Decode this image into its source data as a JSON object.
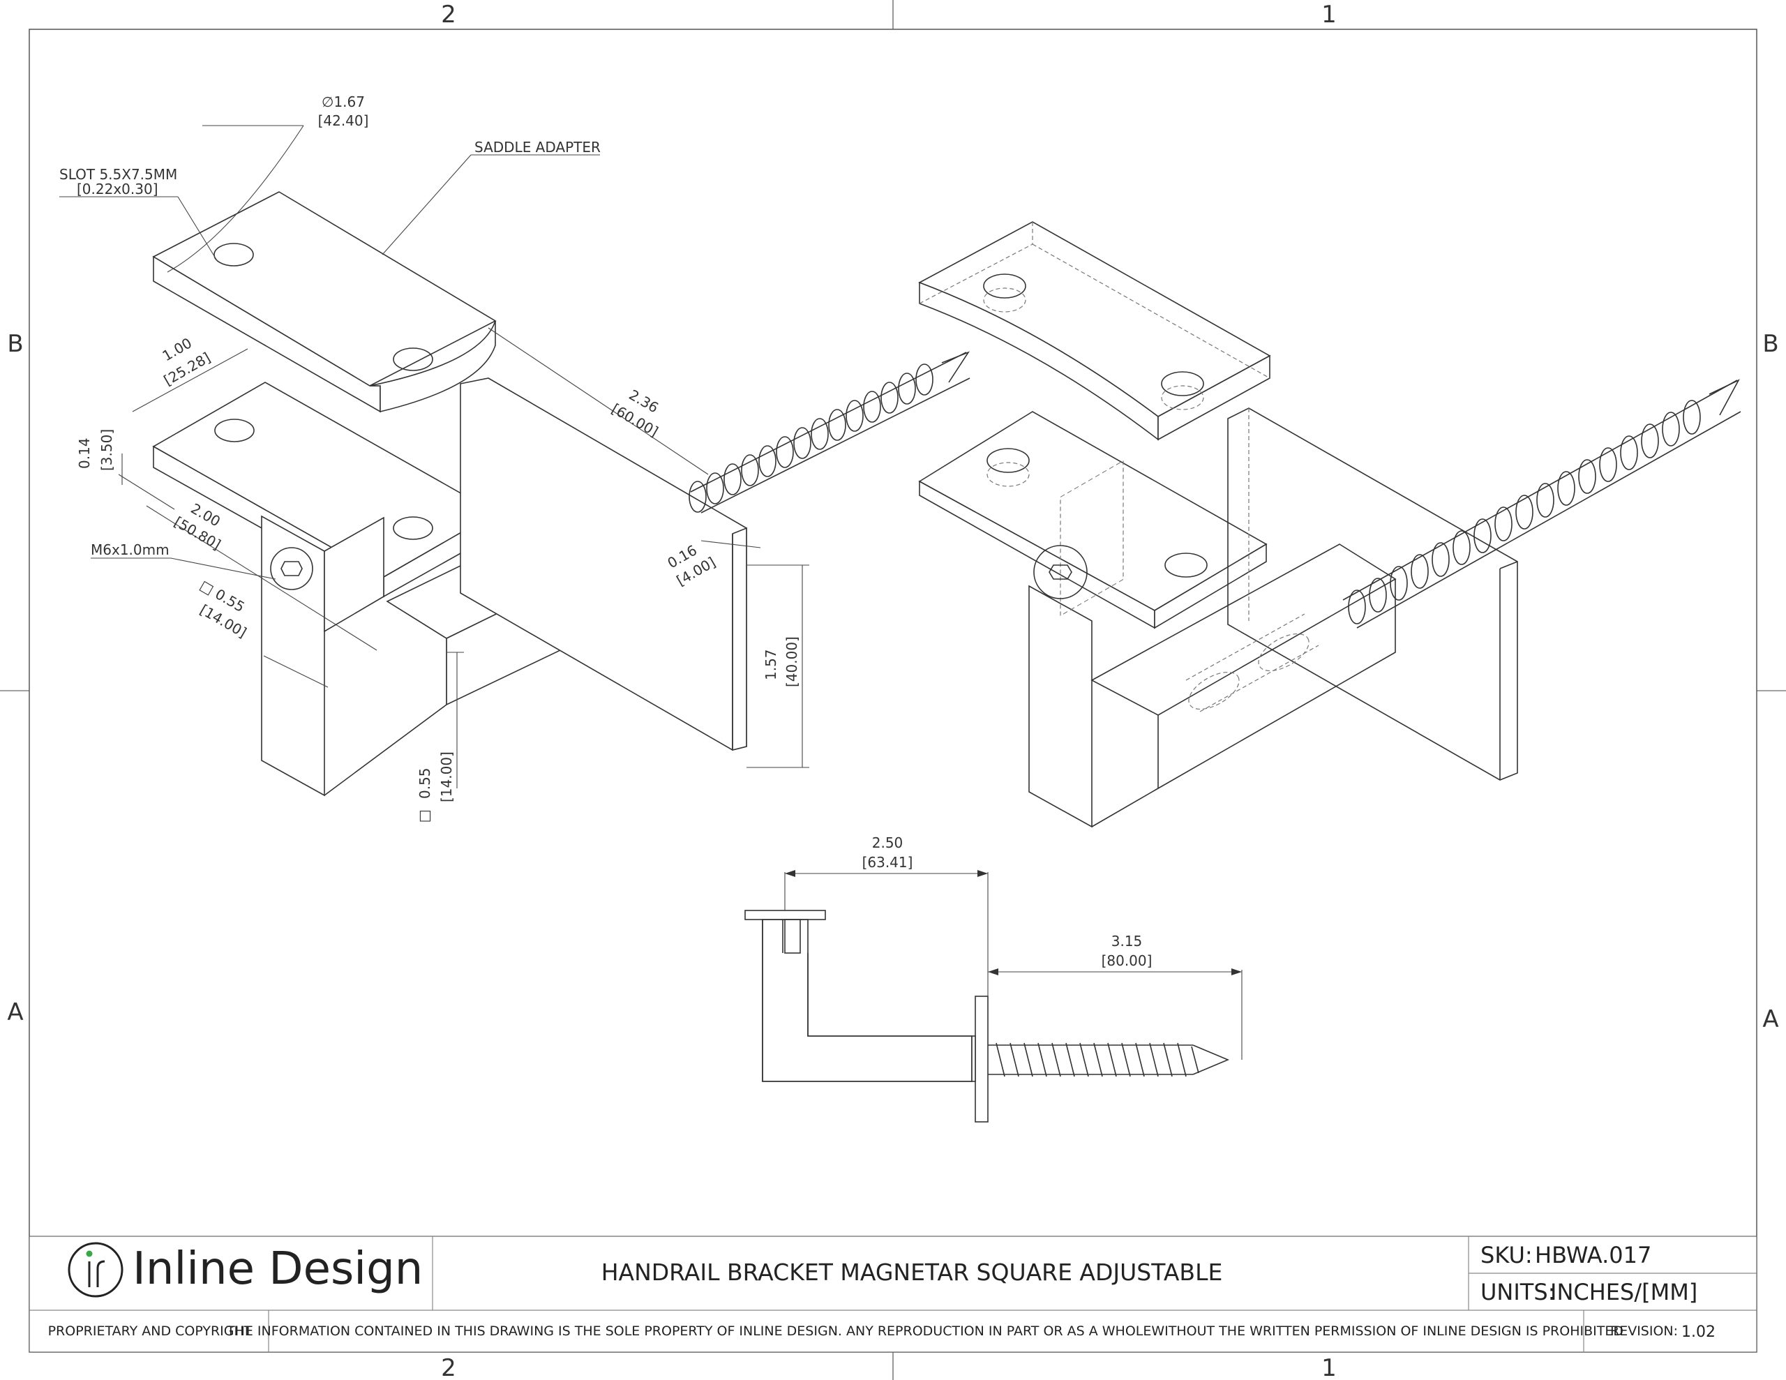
{
  "zones": {
    "top_left": "2",
    "top_right": "1",
    "bottom_left": "2",
    "bottom_right": "1",
    "left_upper": "B",
    "left_lower": "A",
    "right_upper": "B",
    "right_lower": "A"
  },
  "callouts": {
    "diameter": "∅1.67",
    "diameter_mm": "[42.40]",
    "slot": "SLOT 5.5X7.5MM",
    "slot_in": "[0.22x0.30]",
    "saddle": "SADDLE ADAPTER",
    "d1_in": "1.00",
    "d1_mm": "[25.28]",
    "d2_in": "0.14",
    "d2_mm": "[3.50]",
    "d3_in": "2.00",
    "d3_mm": "[50.80]",
    "screw": "M6x1.0mm",
    "d4_in": "□ 0.55",
    "d4_mm": "[14.00]",
    "d5_in": "2.36",
    "d5_mm": "[60.00]",
    "d6_in": "0.16",
    "d6_mm": "[4.00]",
    "d7_in": "1.57",
    "d7_mm": "[40.00]",
    "d8_in": "0.55",
    "d8_mm": "[14.00]",
    "d8_sym": "□",
    "d9_in": "2.50",
    "d9_mm": "[63.41]",
    "d10_in": "3.15",
    "d10_mm": "[80.00]"
  },
  "title_block": {
    "logo_text": "Inline Design",
    "title": "HANDRAIL BRACKET MAGNETAR SQUARE ADJUSTABLE",
    "sku_label": "SKU:",
    "sku_value": "HBWA.017",
    "units_label": "UNITS:",
    "units_value": "INCHES/[MM]",
    "proprietary": "PROPRIETARY AND COPYRIGHT",
    "notice": "THE INFORMATION CONTAINED IN THIS DRAWING IS THE SOLE PROPERTY OF INLINE DESIGN.  ANY REPRODUCTION IN PART OR AS A WHOLEWITHOUT THE WRITTEN PERMISSION OF INLINE DESIGN IS PROHIBITED",
    "revision_label": "REVISION:",
    "revision_value": "1.02"
  },
  "colors": {
    "line": "#333333",
    "logo_accent": "#3aa64a"
  }
}
